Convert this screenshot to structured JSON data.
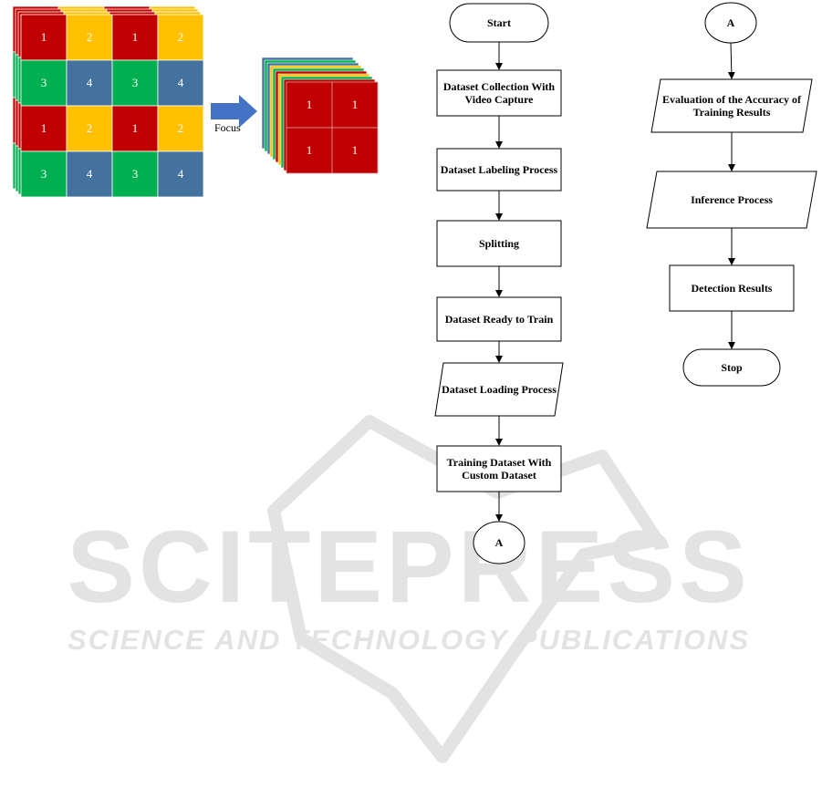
{
  "colors": {
    "red": "#c00000",
    "yellow": "#ffc000",
    "green": "#00b050",
    "blue": "#44729e",
    "arrow": "#4472c4",
    "watermark": "#e3e3e3"
  },
  "focus_figure": {
    "input_grid": [
      [
        "1",
        "2",
        "1",
        "2"
      ],
      [
        "3",
        "4",
        "3",
        "4"
      ],
      [
        "1",
        "2",
        "1",
        "2"
      ],
      [
        "3",
        "4",
        "3",
        "4"
      ]
    ],
    "arrow_label": "Focus",
    "output_grid": [
      [
        "1",
        "1"
      ],
      [
        "1",
        "1"
      ]
    ]
  },
  "flowchart": {
    "nodes": [
      {
        "id": "start",
        "shape": "terminal",
        "lines": [
          "Start"
        ]
      },
      {
        "id": "collect",
        "shape": "process",
        "lines": [
          "Dataset Collection With",
          "Video Capture"
        ]
      },
      {
        "id": "label",
        "shape": "process",
        "lines": [
          "Dataset Labeling Process"
        ]
      },
      {
        "id": "split",
        "shape": "process",
        "lines": [
          "Splitting"
        ]
      },
      {
        "id": "ready",
        "shape": "process",
        "lines": [
          "Dataset Ready to Train"
        ]
      },
      {
        "id": "load",
        "shape": "io",
        "lines": [
          "Dataset Loading Process"
        ]
      },
      {
        "id": "train",
        "shape": "process",
        "lines": [
          "Training Dataset With",
          "Custom Dataset"
        ]
      },
      {
        "id": "conn_out",
        "shape": "connector",
        "lines": [
          "A"
        ]
      },
      {
        "id": "conn_in",
        "shape": "connector",
        "lines": [
          "A"
        ]
      },
      {
        "id": "eval",
        "shape": "io",
        "lines": [
          "Evaluation of the Accuracy of",
          "Training Results"
        ]
      },
      {
        "id": "infer",
        "shape": "io",
        "lines": [
          "Inference Process"
        ]
      },
      {
        "id": "detect",
        "shape": "process",
        "lines": [
          "Detection Results"
        ]
      },
      {
        "id": "stop",
        "shape": "terminal",
        "lines": [
          "Stop"
        ]
      }
    ],
    "edges": [
      [
        "start",
        "collect"
      ],
      [
        "collect",
        "label"
      ],
      [
        "label",
        "split"
      ],
      [
        "split",
        "ready"
      ],
      [
        "ready",
        "load"
      ],
      [
        "load",
        "train"
      ],
      [
        "train",
        "conn_out"
      ],
      [
        "conn_in",
        "eval"
      ],
      [
        "eval",
        "infer"
      ],
      [
        "infer",
        "detect"
      ],
      [
        "detect",
        "stop"
      ]
    ]
  },
  "watermark": {
    "logo_text": "SCITEPRESS",
    "tagline": "SCIENCE AND TECHNOLOGY PUBLICATIONS"
  }
}
